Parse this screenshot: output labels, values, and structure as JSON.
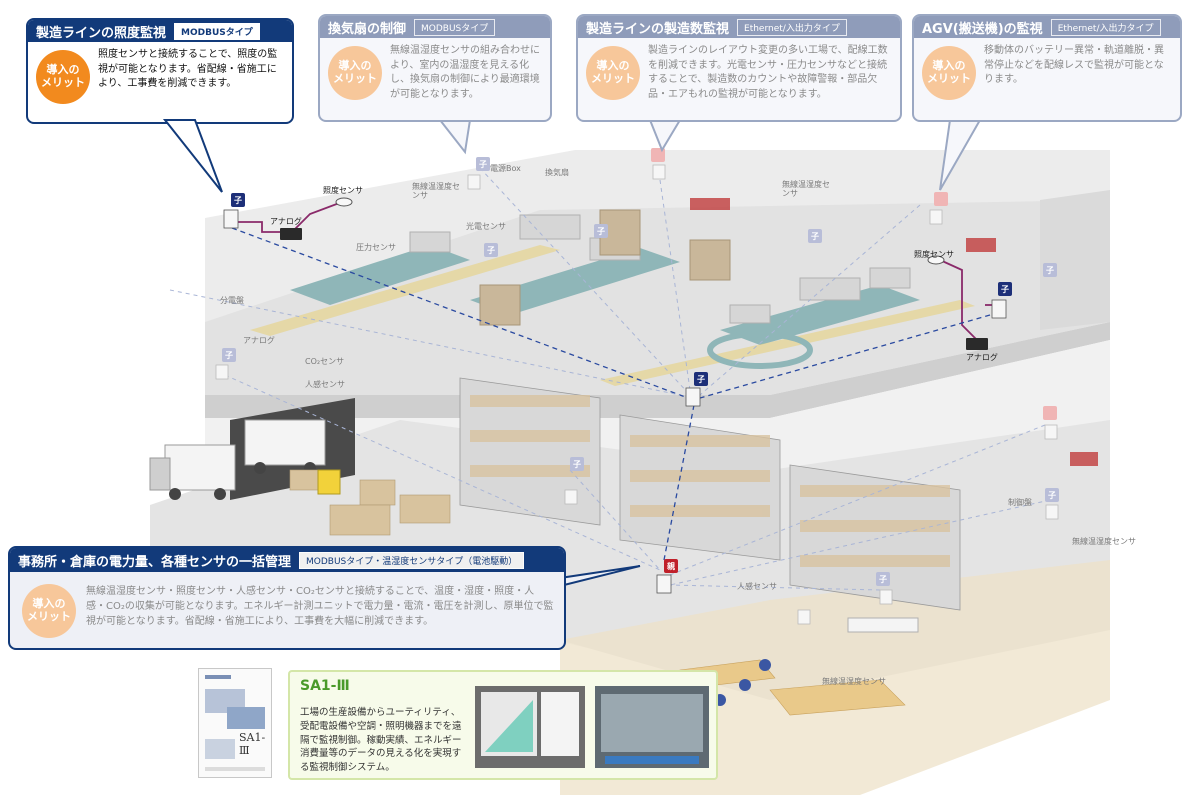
{
  "callouts": [
    {
      "title": "製造ラインの照度監視",
      "tag": "MODBUSタイプ",
      "badge": [
        "導入の",
        "メリット"
      ],
      "text": "照度センサと接続することで、照度の監視が可能となります。省配線・省施工により、工事費を削減できます。"
    },
    {
      "title": "換気扇の制御",
      "tag": "MODBUSタイプ",
      "badge": [
        "導入の",
        "メリット"
      ],
      "text": "無線温湿度センサの組み合わせにより、室内の温湿度を見える化し、換気扇の制御により最適環境が可能となります。"
    },
    {
      "title": "製造ラインの製造数監視",
      "tag": "Ethernet/入出力タイプ",
      "badge": [
        "導入の",
        "メリット"
      ],
      "text": "製造ラインのレイアウト変更の多い工場で、配線工数を削減できます。光電センサ・圧力センサなどと接続することで、製造数のカウントや故障警報・部品欠品・エアもれの監視が可能となります。"
    },
    {
      "title": "AGV(搬送機)の監視",
      "tag": "Ethernet/入出力タイプ",
      "badge": [
        "導入の",
        "メリット"
      ],
      "text": "移動体のバッテリー異常・軌道離脱・異常停止などを配線レスで監視が可能となります。"
    }
  ],
  "management": {
    "title": "事務所・倉庫の電力量、各種センサの一括管理",
    "tag": "MODBUSタイプ・温湿度センサタイプ（電池駆動）",
    "badge": [
      "導入の",
      "メリット"
    ],
    "text": "無線温湿度センサ・照度センサ・人感センサ・CO₂センサと接続することで、温度・湿度・照度・人感・CO₂の収集が可能となります。エネルギー計測ユニットで電力量・電流・電圧を計測し、原単位で監視が可能となります。省配線・省施工により、工事費を大幅に削減できます。"
  },
  "sa": {
    "title": "SA1-Ⅲ",
    "text": "工場の生産設備からユーティリティ、受配電設備や空調・照明機器までを遠隔で監視制御。稼動実績、エネルギー消費量等のデータの見える化を実現する監視制御システム。",
    "brochure_title": "SA1-Ⅲ"
  },
  "labels": {
    "illuminance": "照度センサ",
    "analog": "アナログ",
    "illuminance_right": "照度センサ",
    "analog_right": "アナログ",
    "power_box": "電源Box",
    "fan": "換気扇",
    "wireless_th": "無線温湿度センサ",
    "photo": "光電センサ",
    "pressure": "圧力センサ",
    "analog_left": "アナログ",
    "co2": "CO₂センサ",
    "motion": "人感センサ",
    "control_panel": "制御盤",
    "motion2": "人感センサ",
    "wireless_th2": "無線温湿度センサ",
    "wireless_th3": "無線温湿度センサ",
    "distribution_panel": "分電盤",
    "wireless_th4": "無線温湿度センサ",
    "child": "子",
    "parent": "親"
  },
  "colors": {
    "navy": "#123a7a",
    "orange": "#f28a1e",
    "link": "#2a4aa0",
    "cable": "#8a2a6a"
  }
}
